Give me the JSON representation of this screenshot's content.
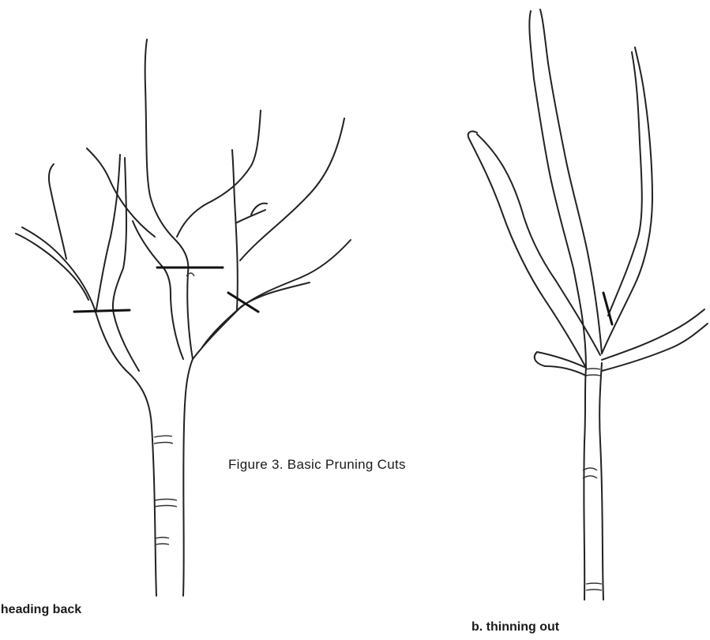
{
  "figure": {
    "caption": "Figure 3. Basic Pruning Cuts",
    "panels": [
      {
        "id": "a",
        "label": ". heading back",
        "cuts": 3
      },
      {
        "id": "b",
        "label": "b. thinning out",
        "cuts": 1
      }
    ]
  },
  "colors": {
    "ink": "#222222",
    "paper": "#ffffff",
    "cut": "#111111"
  }
}
